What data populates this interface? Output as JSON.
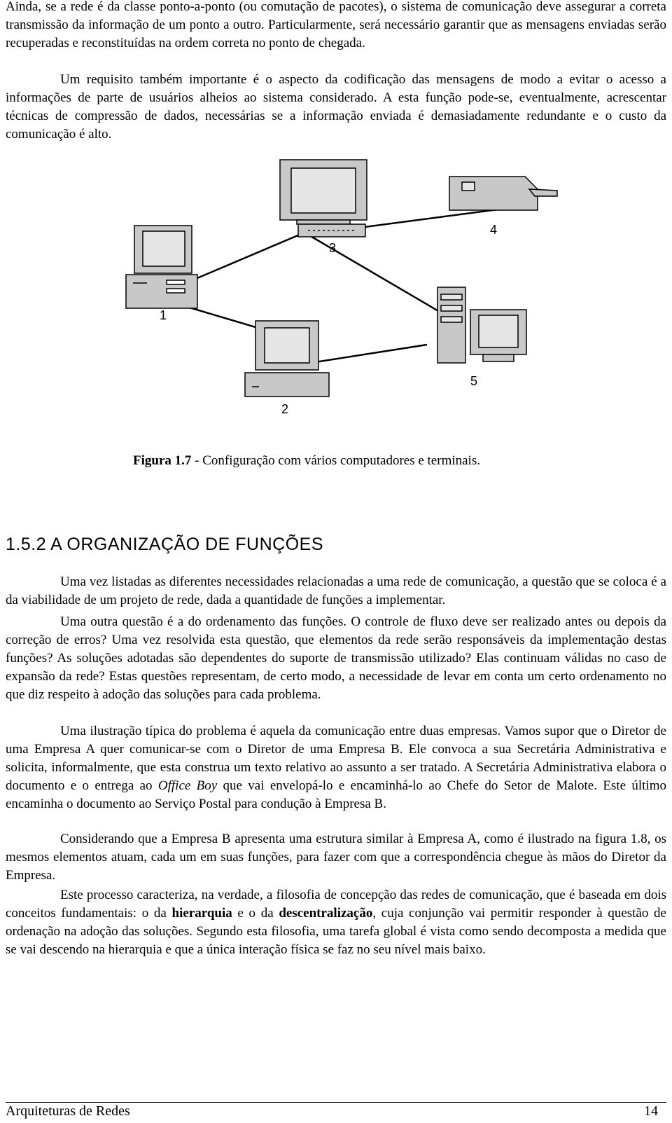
{
  "paragraphs": {
    "p1": "Ainda, se a rede é da classe ponto-a-ponto (ou comutação de pacotes), o sistema de comunicação deve assegurar a correta transmissão da informação de um ponto a outro. Particularmente, será necessário garantir que as mensagens enviadas serão recuperadas e reconstituídas na ordem correta no ponto de chegada.",
    "p2": "Um requisito também importante é o aspecto da codificação das mensagens de modo a evitar o acesso a informações de parte de usuários alheios ao sistema considerado. A esta função pode-se, eventualmente, acrescentar técnicas de compressão de dados, necessárias se a informação enviada é demasiadamente redundante e o custo da comunicação é alto.",
    "p3": "Uma vez listadas as diferentes necessidades relacionadas a uma rede de comunicação, a questão que se coloca é a da viabilidade de um projeto de rede, dada a quantidade de funções a implementar.",
    "p4": "Uma outra questão é a do ordenamento das funções. O controle de fluxo deve ser realizado antes ou depois da correção de erros? Uma vez resolvida esta questão, que elementos da rede serão responsáveis da implementação destas funções? As soluções adotadas são dependentes do suporte de transmissão utilizado? Elas continuam válidas no caso de expansão da rede? Estas questões representam, de certo modo, a necessidade de levar em conta um certo ordenamento no que diz respeito à adoção das soluções para cada problema.",
    "p5a": "Uma ilustração típica do problema é aquela da comunicação entre duas empresas. Vamos supor que o Diretor de uma Empresa A quer comunicar-se com o Diretor de uma Empresa B. Ele convoca a sua Secretária Administrativa e solicita, informalmente, que esta construa um texto relativo ao assunto a ser tratado. A Secretária Administrativa elabora o documento e o entrega ao ",
    "p5_italic": "Office Boy",
    "p5b": " que vai envelopá-lo e encaminhá-lo ao Chefe do Setor de Malote. Este último encaminha o documento ao Serviço Postal para condução à Empresa B.",
    "p6": "Considerando que a Empresa B apresenta uma estrutura similar à Empresa A, como é ilustrado na figura 1.8, os mesmos elementos atuam, cada um em suas funções, para fazer com que a correspondência chegue às mãos do Diretor da Empresa.",
    "p7a": "Este processo caracteriza, na verdade, a filosofia de concepção das redes de comunicação, que é baseada em dois conceitos fundamentais: o da ",
    "p7_bold1": "hierarquia",
    "p7b": " e o da ",
    "p7_bold2": "descentralização",
    "p7c": ", cuja conjunção vai permitir responder à questão de ordenação na adoção das soluções. Segundo esta filosofia, uma tarefa global é vista como sendo decomposta a medida que se vai descendo na hierarquia e que a única interação física se faz no seu nível mais baixo."
  },
  "figure": {
    "caption_bold": "Figura 1.7",
    "caption_rest": " - Configuração com vários computadores e terminais.",
    "labels": [
      "1",
      "2",
      "3",
      "4",
      "5"
    ]
  },
  "section": {
    "heading": "1.5.2  A ORGANIZAÇÃO DE FUNÇÕES"
  },
  "footer": {
    "title": "Arquiteturas de Redes",
    "page": "14"
  }
}
